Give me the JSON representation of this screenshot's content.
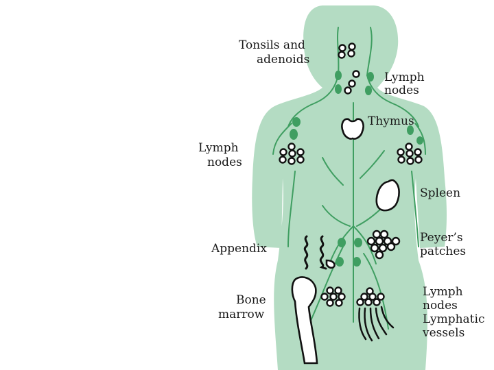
{
  "labels": {
    "tonsils_line1": "Tonsils and",
    "tonsils_line2": "adenoids",
    "lymph_nodes_neck_line1": "Lymph",
    "lymph_nodes_neck_line2": "nodes",
    "thymus": "Thymus",
    "lymph_nodes_axilla_line1": "Lymph",
    "lymph_nodes_axilla_line2": "nodes",
    "spleen": "Spleen",
    "appendix": "Appendix",
    "peyers_line1": "Peyer’s",
    "peyers_line2": "patches",
    "bone_marrow_line1": "Bone",
    "bone_marrow_line2": "marrow",
    "groin_line1": "Lymph",
    "groin_line2": "nodes",
    "groin_line3": "Lymphatic",
    "groin_line4": "vessels"
  },
  "colors": {
    "body": "#b4dcc3",
    "vessel": "#3f9e61",
    "outline": "#111111",
    "background": "#ffffff"
  }
}
